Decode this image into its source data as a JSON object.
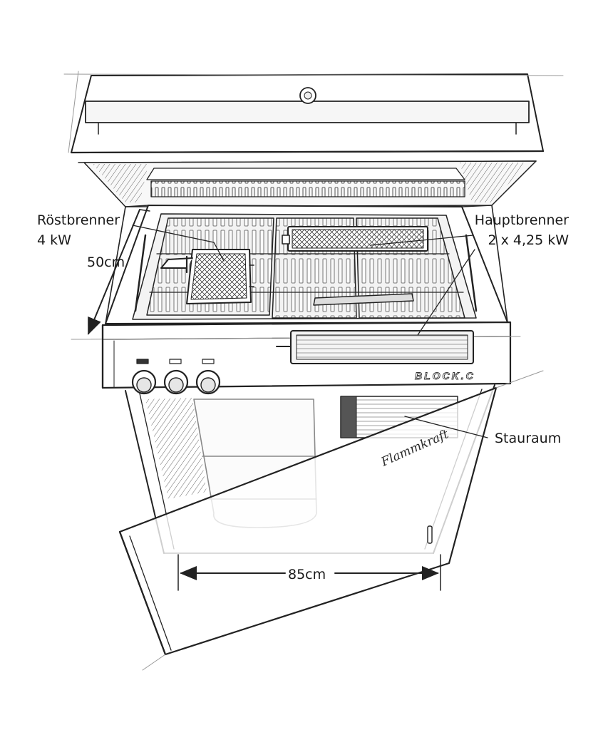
{
  "annotations": {
    "roast_burner_label": "Röstbrenner",
    "roast_burner_power": "4 kW",
    "main_burner_label": "Hauptbrenner",
    "main_burner_power": "2 x 4,25 kW",
    "depth": "50cm",
    "storage_label": "Stauraum",
    "width": "85cm"
  },
  "branding": {
    "model": "BLOCK.C",
    "maker_signature": "Flammkraft"
  },
  "colors": {
    "ink": "#222222",
    "paper": "#ffffff",
    "shade": "#d6d6d6"
  }
}
